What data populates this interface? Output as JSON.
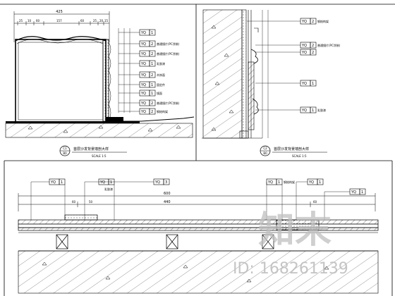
{
  "dim": {
    "top_total": "425",
    "top_a": "25",
    "top_b": "10",
    "top_c": "60",
    "top_d": "157",
    "top_e": "60",
    "top_f": "25",
    "top_g": "20",
    "top_h": "15",
    "bottom_total": "600",
    "bottom_inner": "440",
    "bottom_a": "60",
    "bottom_b": "50",
    "bottom_c": "60"
  },
  "tags": {
    "code": "YQ",
    "n1": "1",
    "n2": "2",
    "n3": "3"
  },
  "notes": {
    "n_steel": "钢结构架",
    "n_glass": "普通镜片(PC涂装)",
    "n_glass2": "普通镜片(PC涂装)",
    "n_paint": "乳胶漆",
    "n_wood": "木饰面",
    "n_fix": "固定件",
    "n_mirror": "镜面",
    "n_steel2": "钢结构架",
    "n_glass3": "普通镜片(PC涂装)",
    "n_glass4": "普通镜片(PC涂装)",
    "n_paint2": "乳胶漆",
    "n_steel3": "钢结构架",
    "n_paint3": "乳胶漆"
  },
  "captions": {
    "c1_num": "C1",
    "c1_sheet": "B0",
    "c1_title": "首层沙发背景墙剖大样",
    "c1_scale": "SCALE 1:5",
    "c2_num": "C2",
    "c2_sheet": "B0",
    "c2_title": "首层沙发背景墙剖大样",
    "c2_scale": "SCALE 1:5"
  },
  "watermark": {
    "logo": "知末",
    "id": "ID: 168261139"
  }
}
